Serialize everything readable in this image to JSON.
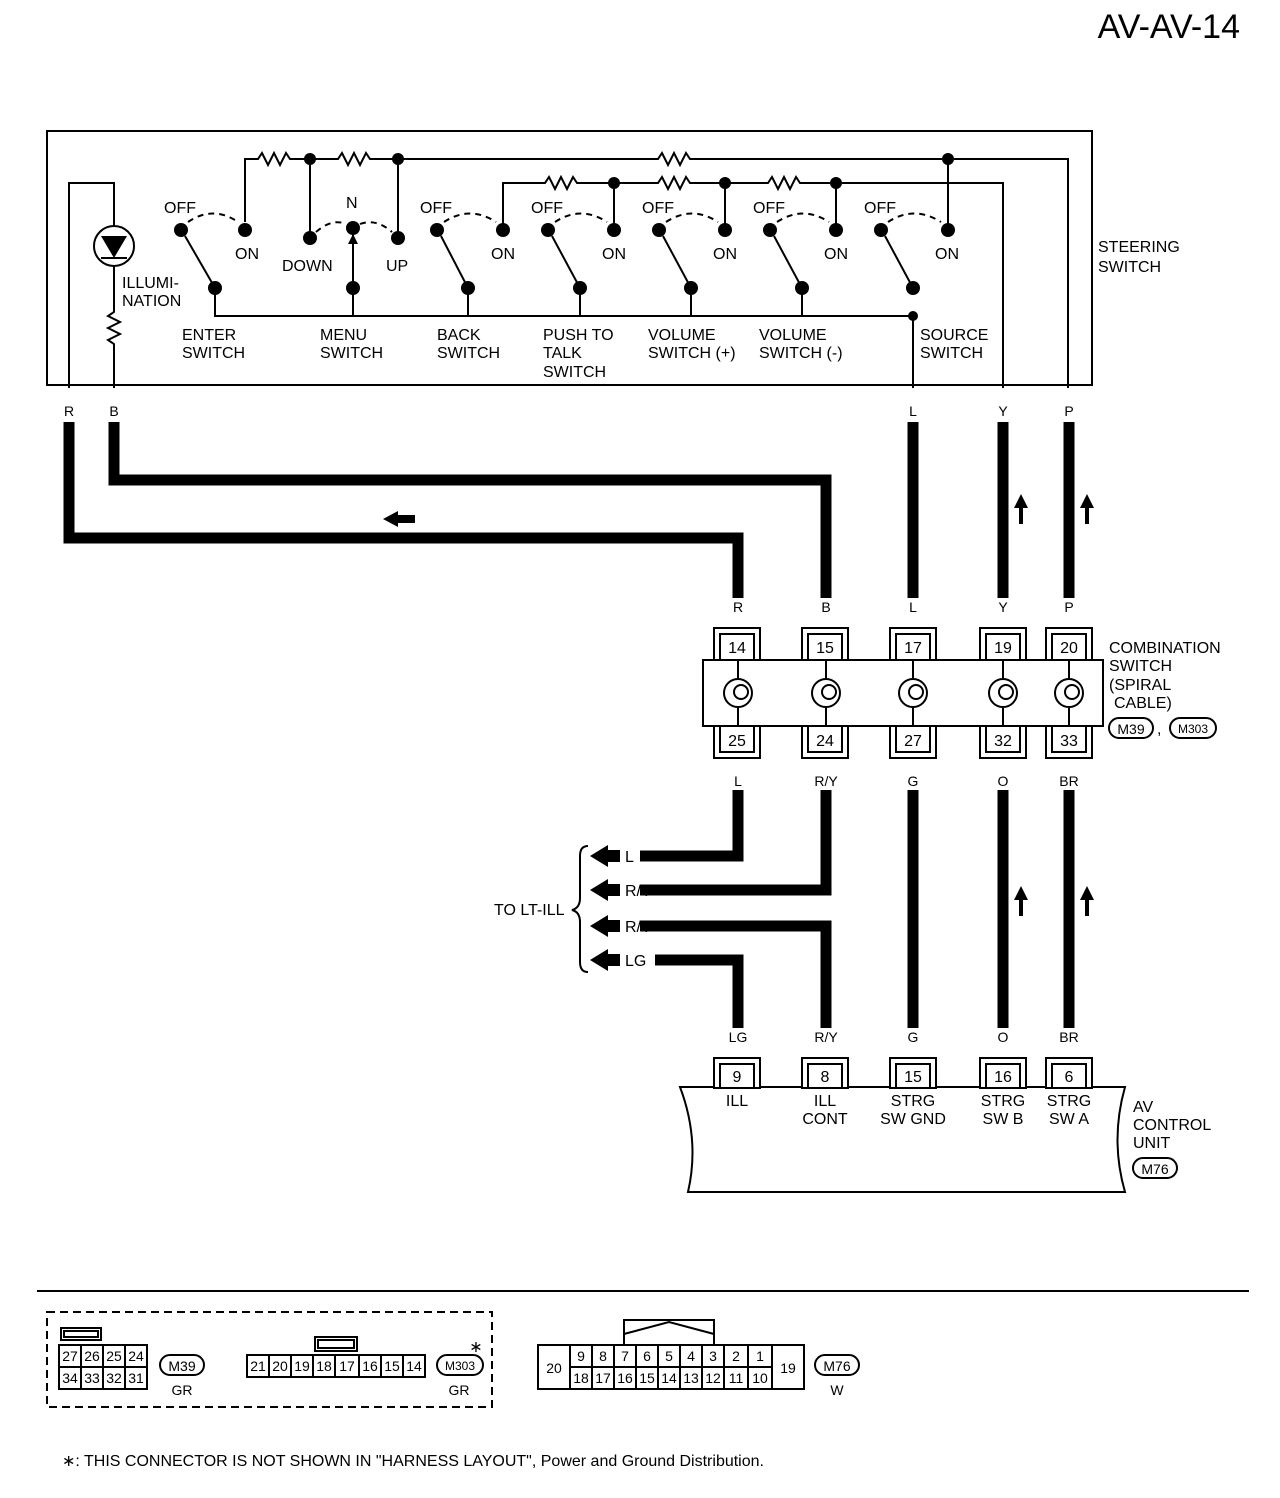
{
  "page": {
    "title": "AV-AV-14",
    "footnote": "∗: THIS CONNECTOR IS NOT SHOWN IN \"HARNESS LAYOUT\", Power and Ground Distribution."
  },
  "steering_switch": {
    "name_line1": "STEERING",
    "name_line2": "SWITCH",
    "illumination_line1": "ILLUMI-",
    "illumination_line2": "NATION",
    "off": "OFF",
    "on": "ON",
    "n": "N",
    "down": "DOWN",
    "up": "UP",
    "switches": [
      {
        "line1": "ENTER",
        "line2": "SWITCH",
        "line3": ""
      },
      {
        "line1": "MENU",
        "line2": "SWITCH",
        "line3": ""
      },
      {
        "line1": "BACK",
        "line2": "SWITCH",
        "line3": ""
      },
      {
        "line1": "PUSH TO",
        "line2": "TALK",
        "line3": "SWITCH"
      },
      {
        "line1": "VOLUME",
        "line2": "SWITCH (+)",
        "line3": ""
      },
      {
        "line1": "VOLUME",
        "line2": "SWITCH (-)",
        "line3": ""
      },
      {
        "line1": "SOURCE",
        "line2": "SWITCH",
        "line3": ""
      }
    ],
    "terminal_colors": [
      "R",
      "B",
      "L",
      "Y",
      "P"
    ]
  },
  "combination_switch": {
    "line1": "COMBINATION",
    "line2": "SWITCH",
    "line3": "(SPIRAL",
    "line4": "CABLE)",
    "conn1": "M39",
    "conn2": "M303",
    "sep": ",",
    "upper_colors": [
      "R",
      "B",
      "L",
      "Y",
      "P"
    ],
    "upper_pins": [
      "14",
      "15",
      "17",
      "19",
      "20"
    ],
    "lower_pins": [
      "25",
      "24",
      "27",
      "32",
      "33"
    ],
    "lower_colors": [
      "L",
      "R/Y",
      "G",
      "O",
      "BR"
    ]
  },
  "lt_ill": {
    "label": "TO LT-ILL",
    "wires": [
      "L",
      "R/Y",
      "R/Y",
      "LG"
    ]
  },
  "av_control_unit": {
    "line1": "AV",
    "line2": "CONTROL",
    "line3": "UNIT",
    "conn": "M76",
    "input_colors": [
      "LG",
      "R/Y",
      "G",
      "O",
      "BR"
    ],
    "pins": [
      "9",
      "8",
      "15",
      "16",
      "6"
    ],
    "signals": [
      {
        "line1": "ILL",
        "line2": ""
      },
      {
        "line1": "ILL",
        "line2": "CONT"
      },
      {
        "line1": "STRG",
        "line2": "SW GND"
      },
      {
        "line1": "STRG",
        "line2": "SW B"
      },
      {
        "line1": "STRG",
        "line2": "SW A"
      }
    ]
  },
  "connectors": {
    "m39": {
      "id": "M39",
      "color": "GR",
      "top": [
        "27",
        "26",
        "25",
        "24"
      ],
      "bottom": [
        "34",
        "33",
        "32",
        "31"
      ]
    },
    "m303": {
      "id": "M303",
      "color": "GR",
      "star": "∗",
      "pins": [
        "21",
        "20",
        "19",
        "18",
        "17",
        "16",
        "15",
        "14"
      ]
    },
    "m76": {
      "id": "M76",
      "color": "W",
      "left": "20",
      "right": "19",
      "top": [
        "9",
        "8",
        "7",
        "6",
        "5",
        "4",
        "3",
        "2",
        "1"
      ],
      "bottom": [
        "18",
        "17",
        "16",
        "15",
        "14",
        "13",
        "12",
        "11",
        "10"
      ]
    }
  }
}
